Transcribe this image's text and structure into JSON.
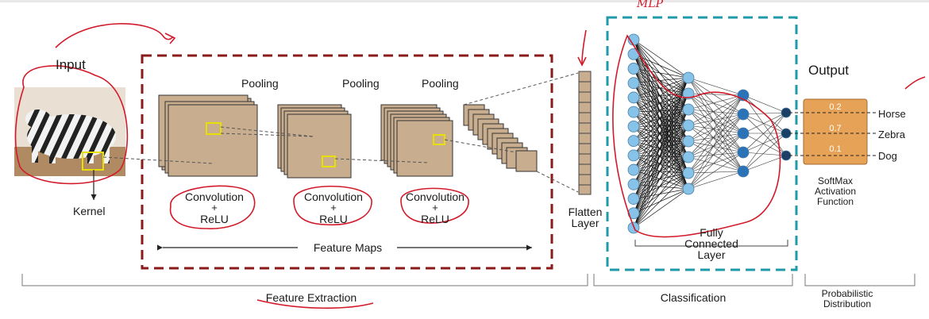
{
  "labels": {
    "input": "Input",
    "kernel": "Kernel",
    "pooling": [
      "Pooling",
      "Pooling",
      "Pooling"
    ],
    "conv_relu": [
      {
        "line1": "Convolution",
        "plus": "+",
        "line2": "ReLU"
      },
      {
        "line1": "Convolution",
        "plus": "+",
        "line2": "ReLU"
      },
      {
        "line1": "Convolution",
        "plus": "+",
        "line2": "ReLU"
      }
    ],
    "feature_maps": "Feature  Maps",
    "flatten_line1": "Flatten",
    "flatten_line2": "Layer",
    "fc_line1": "Fully",
    "fc_line2": "Connected",
    "fc_line3": "Layer",
    "output": "Output",
    "softmax_line1": "SoftMax",
    "softmax_line2": "Activation",
    "softmax_line3": "Function",
    "feature_extraction": "Feature Extraction",
    "classification": "Classification",
    "prob_line1": "Probabilistic",
    "prob_line2": "Distribution",
    "annotation": "MLP"
  },
  "outputs": [
    {
      "class": "Horse",
      "prob": "0.2"
    },
    {
      "class": "Zebra",
      "prob": "0.7"
    },
    {
      "class": "Dog",
      "prob": "0.1"
    }
  ],
  "colors": {
    "feature_box": "#8b1a1a",
    "classification_box": "#1f9aa8",
    "map_fill": "#c8ad8f",
    "neuron": "#87c3e8",
    "neuron_hidden2": "#2a73b8",
    "neuron_output": "#1c3f66",
    "softmax_fill": "#e6a257",
    "annotation": "#d21a2a",
    "kernel_box": "#e8e000"
  }
}
